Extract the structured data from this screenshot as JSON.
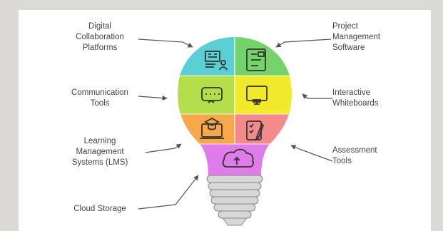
{
  "diagram": {
    "labels_left": [
      {
        "id": "digital",
        "text": "Digital\nCollaboration\nPlatforms"
      },
      {
        "id": "communication",
        "text": "Communication\nTools"
      },
      {
        "id": "lms",
        "text": "Learning\nManagement\nSystems (LMS)"
      },
      {
        "id": "cloud",
        "text": "Cloud Storage"
      }
    ],
    "labels_right": [
      {
        "id": "project",
        "text": "Project\nManagement\nSoftware"
      },
      {
        "id": "interactive",
        "text": "Interactive\nWhiteboards"
      },
      {
        "id": "assessment",
        "text": "Assessment\nTools"
      }
    ],
    "segment_colors": {
      "teal": "#5ccfd4",
      "green": "#74d46a",
      "lime": "#b4df4a",
      "yellow": "#f1ea2b",
      "orange": "#f7a84a",
      "pink": "#f48b8b",
      "magenta": "#e07bea",
      "base": "#d7d7d7"
    },
    "icons": [
      "collaboration-board-icon",
      "project-chart-icon",
      "chat-bubble-icon",
      "monitor-icon",
      "graduation-laptop-icon",
      "checklist-pen-icon",
      "cloud-upload-icon"
    ]
  }
}
